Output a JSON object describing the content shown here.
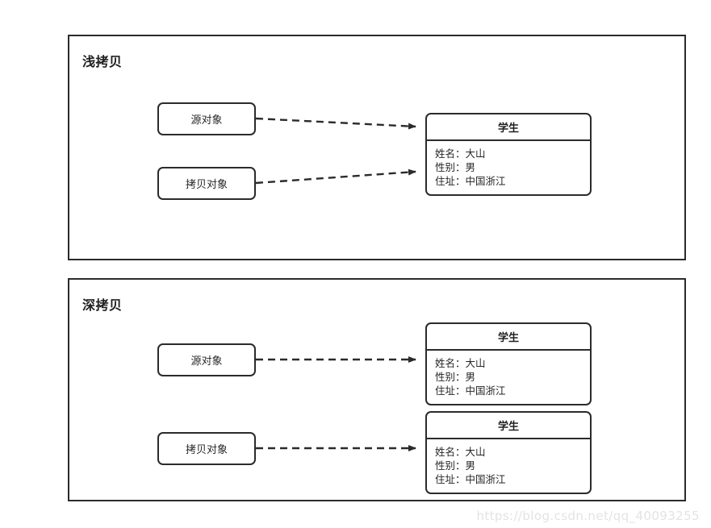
{
  "diagram": {
    "title_shallow": "浅拷贝",
    "title_deep": "深拷贝",
    "watermark": "https://blog.csdn.net/qq_40093255",
    "colors": {
      "stroke": "#2b2b2b",
      "text": "#262626",
      "background": "#ffffff",
      "watermark": "#e3e3e3"
    }
  },
  "labels": {
    "source_object": "源对象",
    "copy_object": "拷贝对象",
    "student": "学生",
    "field_name": "姓名：大山",
    "field_gender": "性别：男",
    "field_address": "住址：中国浙江"
  },
  "panels": [
    {
      "id": "shallow",
      "title": "浅拷贝",
      "boxes": [
        {
          "name": "source-object-box",
          "label": "源对象"
        },
        {
          "name": "copy-object-box",
          "label": "拷贝对象"
        }
      ],
      "cards": [
        {
          "name": "student-card",
          "header": "学生",
          "rows": [
            "姓名：大山",
            "性别：男",
            "住址：中国浙江"
          ]
        }
      ],
      "arrows": [
        {
          "name": "arrow-source-to-student",
          "from": "源对象",
          "to": "学生",
          "style": "dashed"
        },
        {
          "name": "arrow-copy-to-student",
          "from": "拷贝对象",
          "to": "学生",
          "style": "dashed"
        }
      ]
    },
    {
      "id": "deep",
      "title": "深拷贝",
      "boxes": [
        {
          "name": "source-object-box",
          "label": "源对象"
        },
        {
          "name": "copy-object-box",
          "label": "拷贝对象"
        }
      ],
      "cards": [
        {
          "name": "student-card-source",
          "header": "学生",
          "rows": [
            "姓名：大山",
            "性别：男",
            "住址：中国浙江"
          ]
        },
        {
          "name": "student-card-copy",
          "header": "学生",
          "rows": [
            "姓名：大山",
            "性别：男",
            "住址：中国浙江"
          ]
        }
      ],
      "arrows": [
        {
          "name": "arrow-source-to-student-source",
          "from": "源对象",
          "to": "学生",
          "style": "dashed"
        },
        {
          "name": "arrow-copy-to-student-copy",
          "from": "拷贝对象",
          "to": "学生",
          "style": "dashed"
        }
      ]
    }
  ]
}
